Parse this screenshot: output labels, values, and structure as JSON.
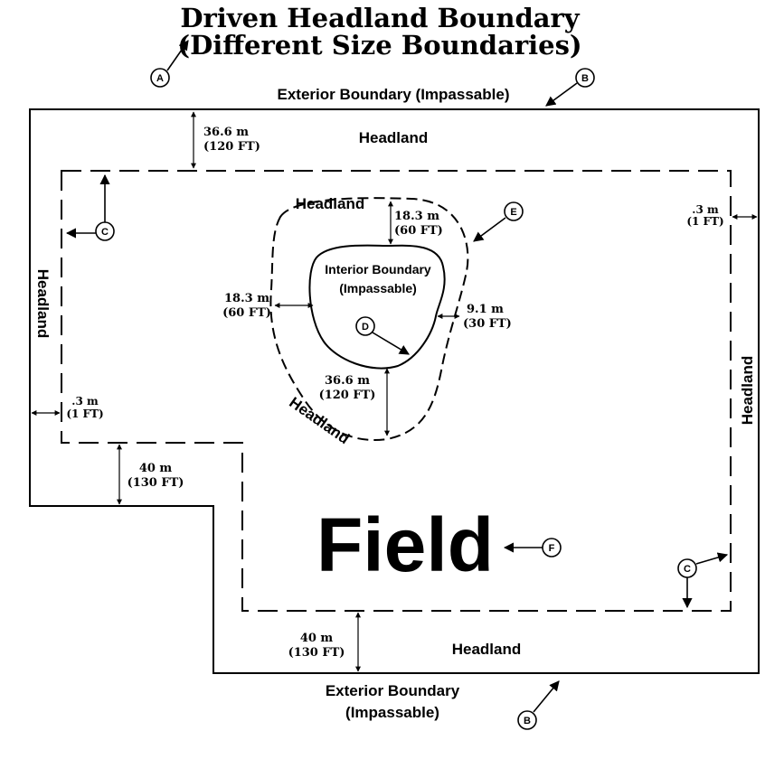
{
  "title": {
    "line1": "Driven Headland Boundary",
    "line2": "(Different Size Boundaries)"
  },
  "labels": {
    "exterior_top": "Exterior Boundary (Impassable)",
    "exterior_bottom_1": "Exterior Boundary",
    "exterior_bottom_2": "(Impassable)",
    "headland": "Headland",
    "interior_1": "Interior Boundary",
    "interior_2": "(Impassable)",
    "field": "Field"
  },
  "dimensions": {
    "top_m": "36.6 m",
    "top_ft": "(120 FT)",
    "right_m": ".3 m",
    "right_ft": "(1 FT)",
    "left_m": ".3 m",
    "left_ft": "(1 FT)",
    "notch_m": "40 m",
    "notch_ft": "(130 FT)",
    "bottom_m": "40 m",
    "bottom_ft": "(130 FT)",
    "int_top_m": "18.3 m",
    "int_top_ft": "(60 FT)",
    "int_left_m": "18.3 m",
    "int_left_ft": "(60 FT)",
    "int_right_m": "9.1 m",
    "int_right_ft": "(30 FT)",
    "int_bottom_m": "36.6 m",
    "int_bottom_ft": "(120 FT)"
  },
  "callouts": {
    "a": "A",
    "b": "B",
    "c": "C",
    "d": "D",
    "e": "E",
    "f": "F"
  }
}
